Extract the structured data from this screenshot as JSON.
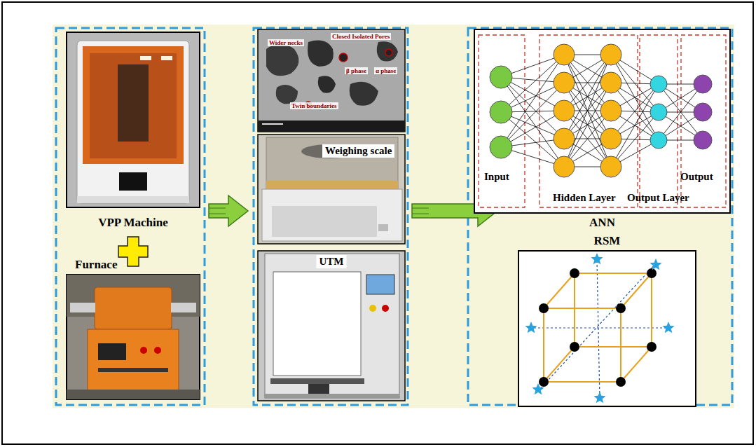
{
  "diagram": {
    "nodes": [
      {
        "text": [
          "VPP Machine"
        ]
      },
      {
        "text": [
          "Furnace"
        ]
      },
      {
        "text": [
          "Wider necks",
          "Closed Isolated Pores",
          "β phase",
          "α phase",
          "Twin boundaries"
        ]
      },
      {
        "text": [
          "Weighing scale"
        ]
      },
      {
        "text": [
          "UTM"
        ]
      },
      {
        "text": [
          "Input",
          "Hidden Layer",
          "Output Layer",
          "Output",
          "ANN"
        ]
      },
      {
        "text": [
          "RSM"
        ]
      }
    ]
  }
}
